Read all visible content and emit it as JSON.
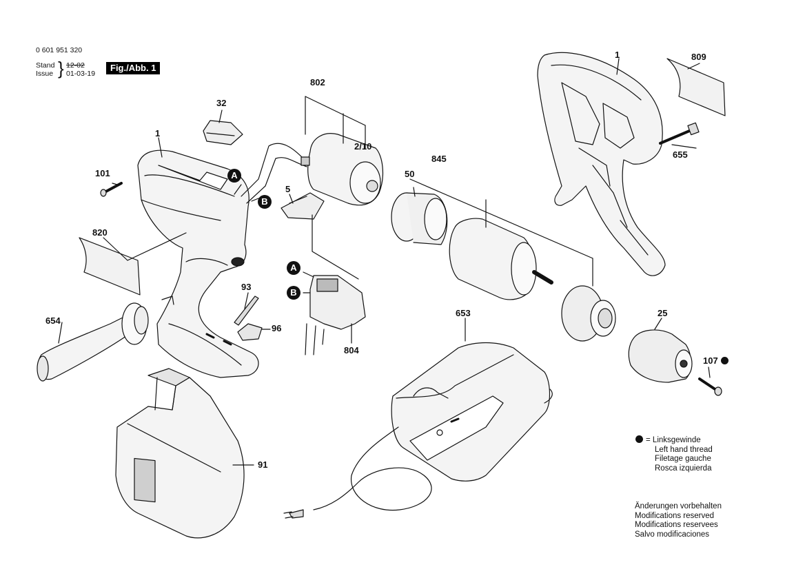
{
  "header": {
    "part_number": "0 601 951 320",
    "stand_label": "Stand",
    "stand_value": "12-02",
    "issue_label": "Issue",
    "issue_value": "01-03-19",
    "fig_label": "Fig./Abb. 1"
  },
  "callouts": {
    "c1_left": "1",
    "c1_right": "1",
    "c809": "809",
    "c32": "32",
    "c802": "802",
    "c2_10": "2/10",
    "c101": "101",
    "c5": "5",
    "c845": "845",
    "c50": "50",
    "c655": "655",
    "c820": "820",
    "c93": "93",
    "c96": "96",
    "c654": "654",
    "c804": "804",
    "c653": "653",
    "c25": "25",
    "c107": "107",
    "c91": "91"
  },
  "markers": {
    "a_top": "A",
    "b_top": "B",
    "a_mid": "A",
    "b_mid": "B"
  },
  "legend": {
    "thread_lines": [
      "Linksgewinde",
      "Left hand thread",
      "Filetage gauche",
      "Rosca izquierda"
    ]
  },
  "notes": {
    "mod_lines": [
      "Änderungen vorbehalten",
      "Modifications reserved",
      "Modifications reservees",
      "Salvo modificaciones"
    ]
  }
}
